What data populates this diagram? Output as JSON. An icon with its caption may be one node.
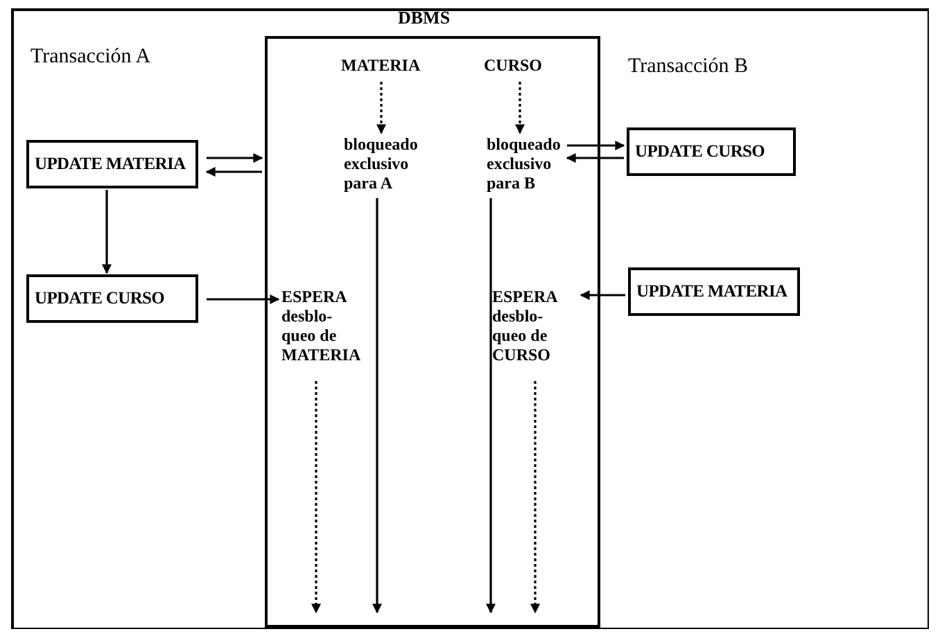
{
  "diagram": {
    "nodes": [
      {
        "text": [
          "DBMS"
        ]
      },
      {
        "text": [
          "UPDATE MATERIA"
        ]
      },
      {
        "text": [
          "UPDATE CURSO"
        ]
      },
      {
        "text": [
          "UPDATE CURSO"
        ]
      },
      {
        "text": [
          "UPDATE MATERIA"
        ]
      },
      {
        "text": [
          "MATERIA"
        ],
        "in": 0
      },
      {
        "text": [
          "bloqueado exclusivo para A"
        ],
        "in": 0
      },
      {
        "text": [
          "CURSO"
        ],
        "in": 0
      },
      {
        "text": [
          "bloqueado exclusivo para B"
        ],
        "in": 0
      },
      {
        "text": [
          "ESPERA desblo- queo de MATERIA"
        ],
        "in": 0
      },
      {
        "text": [
          "ESPERA desblo- queo de CURSO"
        ],
        "in": 0
      }
    ],
    "edges": [
      {
        "from": 1,
        "to": 0,
        "arrow": "to"
      },
      {
        "from": 0,
        "to": 1,
        "arrow": "to"
      },
      {
        "from": 1,
        "to": 2,
        "arrow": "to"
      },
      {
        "from": 2,
        "to": 9,
        "arrow": "to"
      },
      {
        "from": 8,
        "to": 3,
        "arrow": "to"
      },
      {
        "from": 3,
        "to": 8,
        "arrow": "to"
      },
      {
        "from": 4,
        "to": 10,
        "arrow": "to"
      },
      {
        "from": 5,
        "to": 6,
        "arrow": "to",
        "style": "dashed"
      },
      {
        "from": 7,
        "to": 8,
        "arrow": "to",
        "style": "dashed"
      },
      {
        "from": 6,
        "to": null,
        "arrow": "to"
      },
      {
        "from": 9,
        "to": null,
        "arrow": "to",
        "style": "dashed"
      },
      {
        "from": 8,
        "to": null,
        "arrow": "to"
      },
      {
        "from": 10,
        "to": null,
        "arrow": "to",
        "style": "dashed"
      }
    ],
    "labels": [
      "Transacción A",
      "Transacción B"
    ]
  }
}
